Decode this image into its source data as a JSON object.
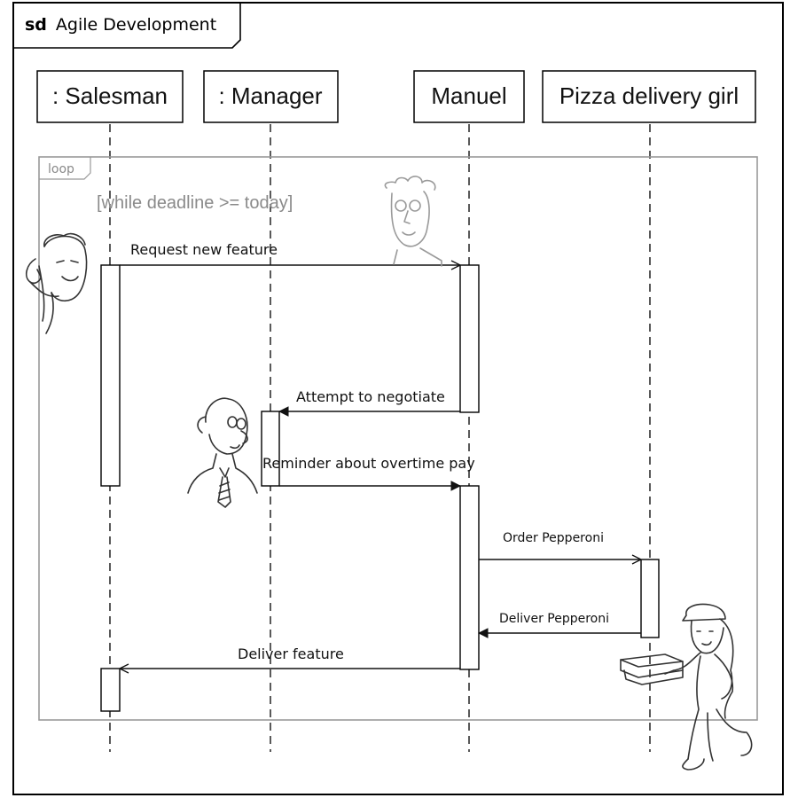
{
  "frame": {
    "keyword": "sd",
    "title": "Agile Development"
  },
  "lifelines": [
    {
      "id": "salesman",
      "label": ": Salesman"
    },
    {
      "id": "manager",
      "label": ": Manager"
    },
    {
      "id": "manuel",
      "label": "Manuel"
    },
    {
      "id": "pizza",
      "label": "Pizza delivery girl"
    }
  ],
  "fragment": {
    "operator": "loop",
    "guard": "[while deadline >= today]"
  },
  "messages": [
    {
      "id": "m1",
      "label": "Request new feature"
    },
    {
      "id": "m2",
      "label": "Attempt to negotiate"
    },
    {
      "id": "m3",
      "label": "Reminder about overtime pay"
    },
    {
      "id": "m4",
      "label": "Order Pepperoni"
    },
    {
      "id": "m5",
      "label": "Deliver Pepperoni"
    },
    {
      "id": "m6",
      "label": "Deliver feature"
    }
  ],
  "illustrations": [
    "salesman-on-phone-icon",
    "developer-face-icon",
    "manager-figure-icon",
    "pizza-girl-icon"
  ]
}
